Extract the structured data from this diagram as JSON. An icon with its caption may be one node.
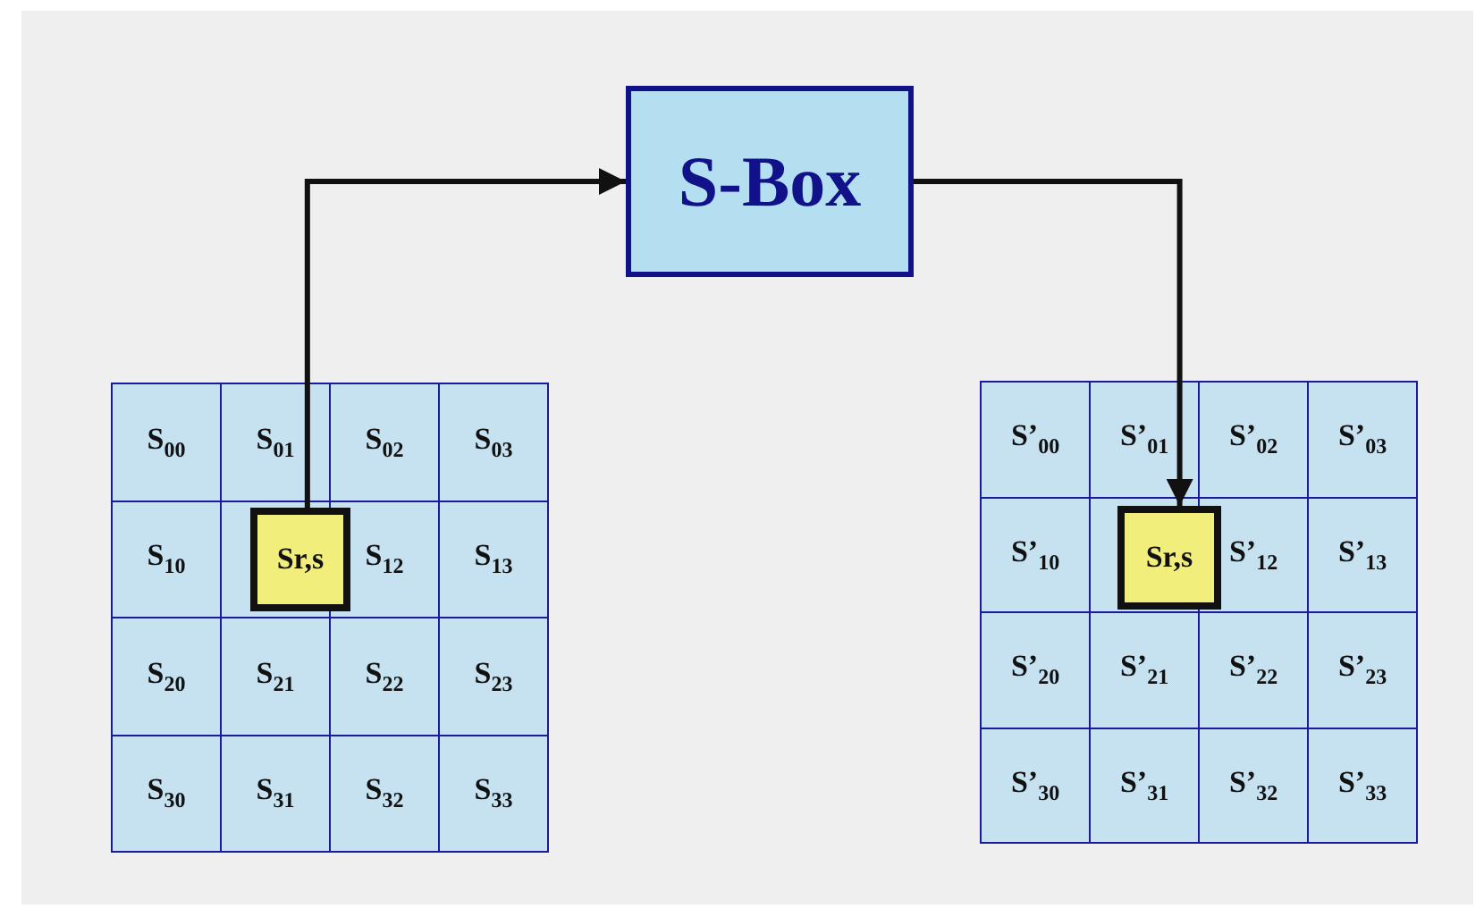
{
  "diagram": {
    "nodes": [
      {
        "text": [
          "S-Box"
        ]
      },
      {
        "text": [
          "Sr,s"
        ]
      },
      {
        "text": [
          "Sr,s"
        ]
      }
    ],
    "edges": [
      {
        "from": 1,
        "to": 0,
        "arrow": "to"
      },
      {
        "from": 0,
        "to": 2,
        "arrow": "to"
      }
    ],
    "labels": [
      "S$_{00}$",
      "S$_{01}$",
      "S$_{02}$",
      "S$_{03}$",
      "S$_{10}$",
      "S$_{12}$",
      "S$_{13}$",
      "S$_{20}$",
      "S$_{21}$",
      "S$_{22}$",
      "S$_{23}$",
      "S$_{30}$",
      "S$_{31}$",
      "S$_{32}$",
      "S$_{33}$",
      "S’$_{00}$",
      "S’$_{01}$",
      "S’$_{02}$",
      "S’$_{03}$",
      "S’$_{10}$",
      "S’$_{12}$",
      "S’$_{13}$",
      "S’$_{20}$",
      "S’$_{21}$",
      "S’$_{22}$",
      "S’$_{23}$",
      "S’$_{30}$",
      "S’$_{31}$",
      "S’$_{32}$",
      "S’$_{33}$"
    ]
  }
}
